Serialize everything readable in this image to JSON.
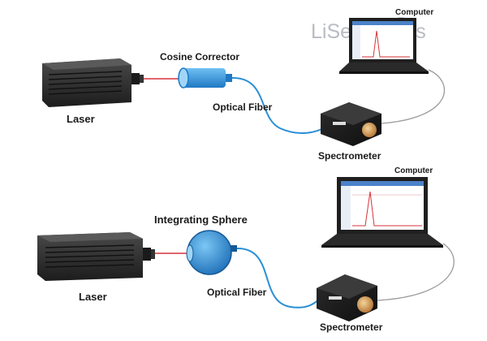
{
  "brand": {
    "logo_text": "LiSen Optics",
    "color": "#b9bcc2"
  },
  "setup_1": {
    "laser_label": "Laser",
    "accessory_label": "Cosine Corrector",
    "fiber_label": "Optical Fiber",
    "spectrometer_label": "Spectrometer",
    "computer_label": "Computer"
  },
  "setup_2": {
    "laser_label": "Laser",
    "accessory_label": "Integrating Sphere",
    "fiber_label": "Optical Fiber",
    "spectrometer_label": "Spectrometer",
    "computer_label": "Computer"
  },
  "colors": {
    "fiber": "#2a8fd6",
    "laser_beam": "#d6333a",
    "laser_body": "#2b2b2b",
    "accessory": "#3a92d8",
    "cable": "#9a9a9a"
  }
}
